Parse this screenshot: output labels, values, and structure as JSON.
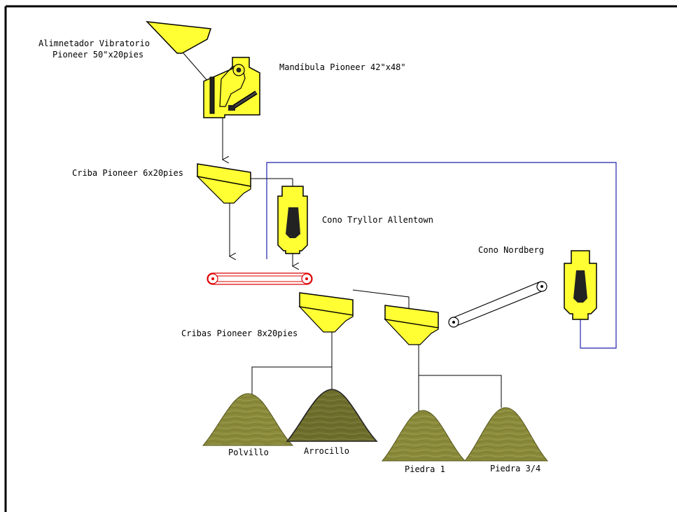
{
  "labels": {
    "feeder_line1": "Alimnetador Vibratorio",
    "feeder_line2": "Pioneer 50\"x20pies",
    "jaw": "Mandíbula Pioneer 42\"x48\"",
    "screen1": "Criba Pioneer 6x20pies",
    "cone_tryllor": "Cono Tryllor Allentown",
    "cone_nordberg": "Cono Nordberg",
    "screens2": "Cribas Pioneer 8x20pies",
    "pile_polvillo": "Polvillo",
    "pile_arrocillo": "Arrocillo",
    "pile_piedra1": "Piedra 1",
    "pile_piedra34": "Piedra 3/4"
  },
  "colors": {
    "equipment_fill": "#ffff33",
    "equipment_stroke": "#000000",
    "recirculation_line": "#2222aa",
    "conveyor": "#dd0000",
    "pile_fill": "#8a8a3a",
    "pile_dark_fill": "#6e6e2c",
    "frame": "#000000"
  }
}
